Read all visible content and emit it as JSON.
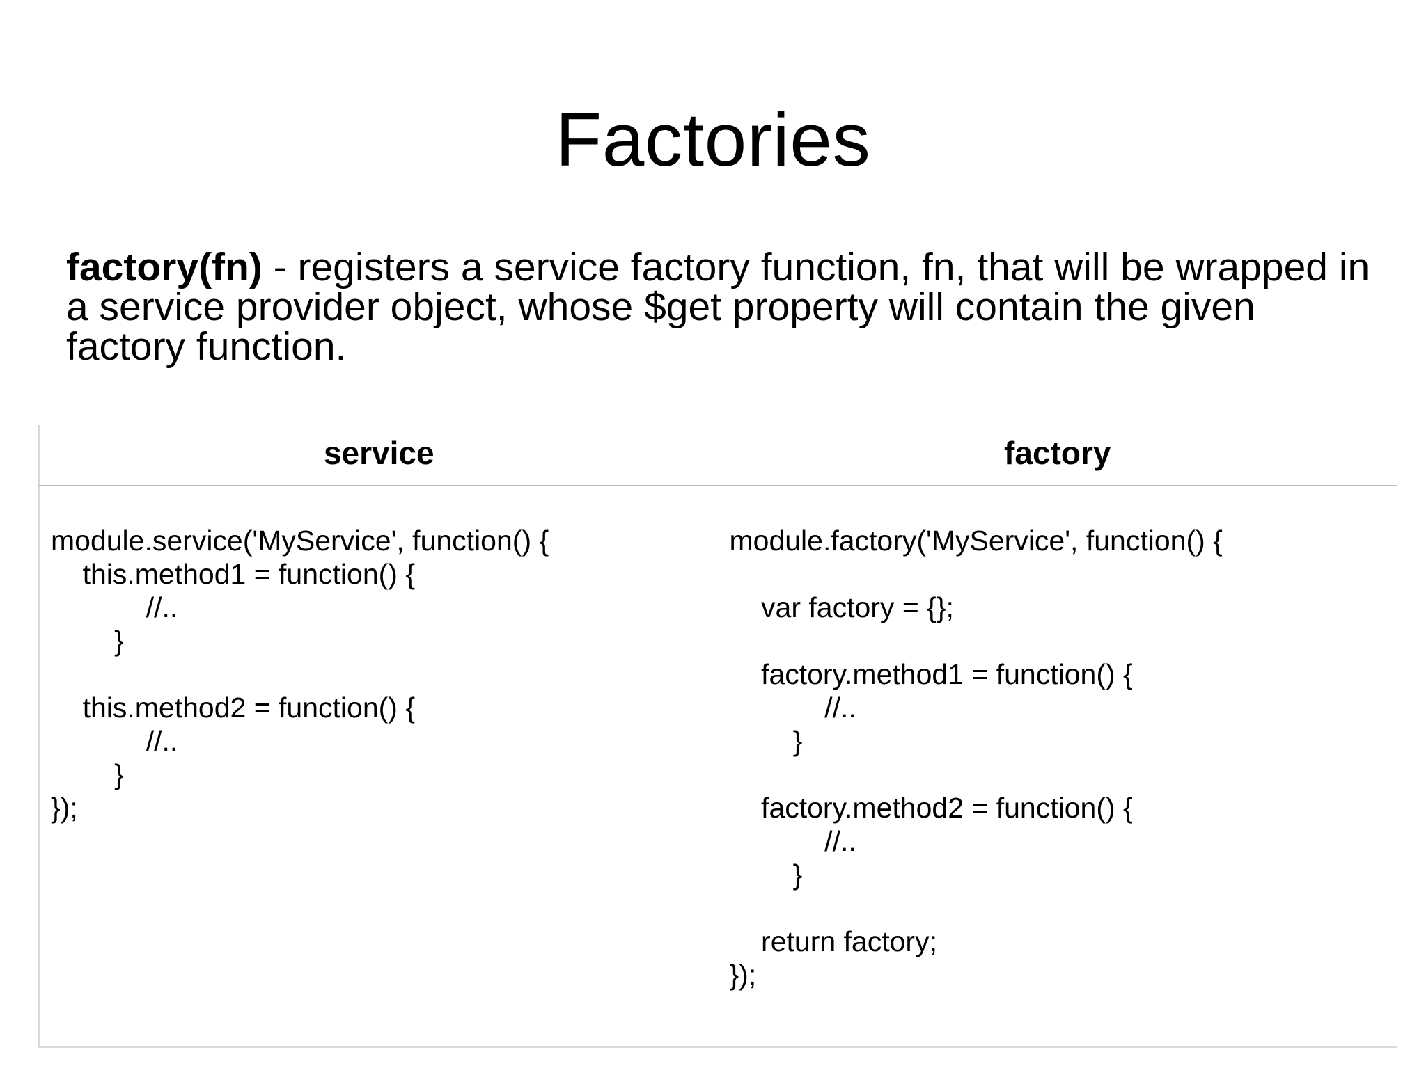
{
  "title": "Factories",
  "description": {
    "term": "factory(fn)",
    "text": " - registers a service factory function, fn, that will be wrapped in a service provider object, whose $get property will contain the given factory function."
  },
  "table": {
    "columns": [
      {
        "header": "service",
        "code_lines": [
          "module.service('MyService', function() {",
          "    this.method1 = function() {",
          "            //..",
          "        }",
          "",
          "    this.method2 = function() {",
          "            //..",
          "        }",
          "});"
        ]
      },
      {
        "header": "factory",
        "code_lines": [
          "module.factory('MyService', function() {",
          "",
          "    var factory = {};",
          "",
          "    factory.method1 = function() {",
          "            //..",
          "        }",
          "",
          "    factory.method2 = function() {",
          "            //..",
          "        }",
          "",
          "    return factory;",
          "});"
        ]
      }
    ]
  },
  "colors": {
    "background": "#ffffff",
    "text": "#000000",
    "table_outer_border": "#d9d9d9",
    "header_rule": "#bdbdbd"
  }
}
